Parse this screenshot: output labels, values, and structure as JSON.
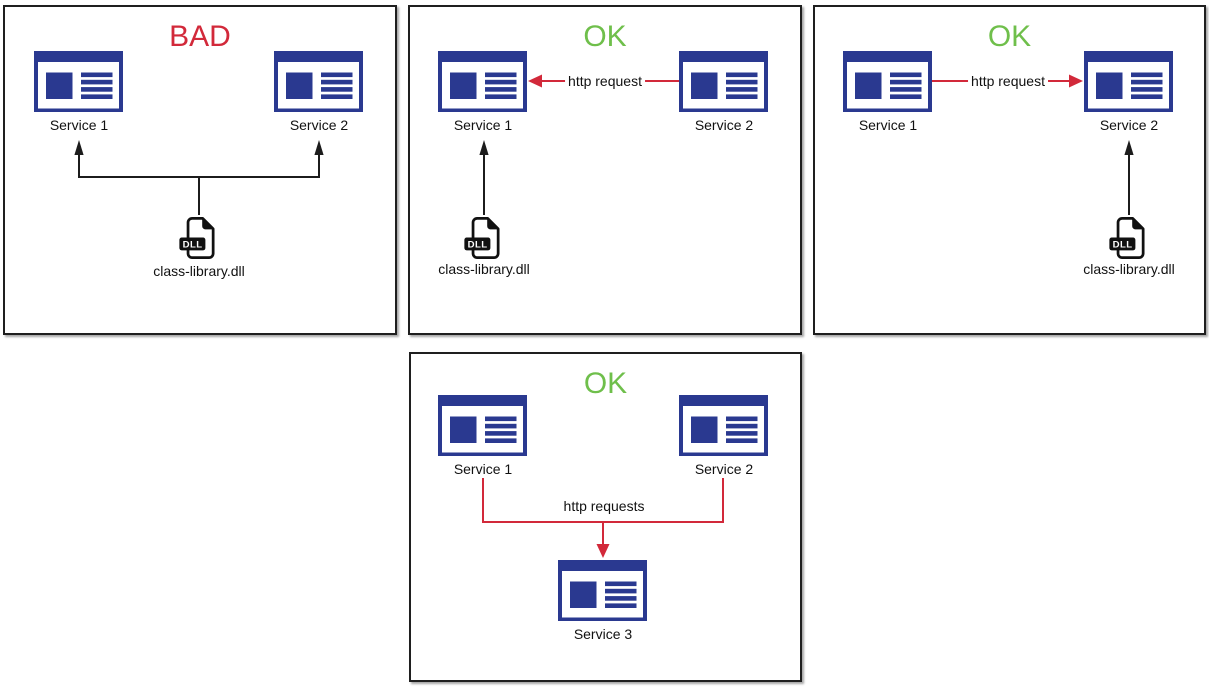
{
  "colors": {
    "navy": "#2a3990",
    "red": "#d2293a",
    "green": "#6fbf4b",
    "ink": "#1c1c1c"
  },
  "dll_badge_text": "DLL",
  "panels": [
    {
      "id": "shared-dll",
      "verdict": "BAD",
      "services": [
        "Service 1",
        "Service 2"
      ],
      "library": "class-library.dll"
    },
    {
      "id": "dll-in-service1-http",
      "verdict": "OK",
      "services": [
        "Service 1",
        "Service 2"
      ],
      "library": "class-library.dll",
      "arrow_label": "http request"
    },
    {
      "id": "dll-in-service2-http",
      "verdict": "OK",
      "services": [
        "Service 1",
        "Service 2"
      ],
      "library": "class-library.dll",
      "arrow_label": "http request"
    },
    {
      "id": "shared-third-service",
      "verdict": "OK",
      "services": [
        "Service 1",
        "Service 2",
        "Service 3"
      ],
      "arrow_label": "http requests"
    }
  ]
}
